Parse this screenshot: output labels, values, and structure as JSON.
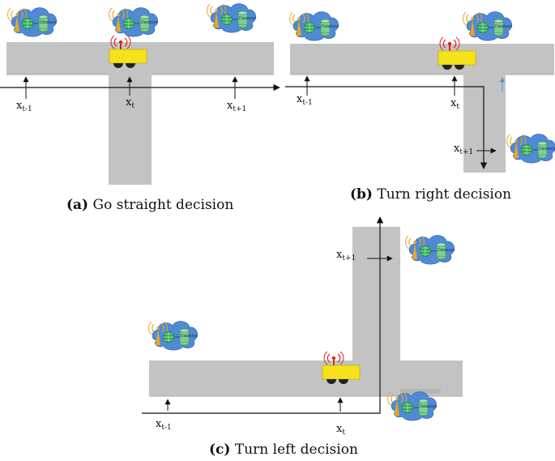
{
  "panels": [
    {
      "caption_tag": "(a)",
      "caption_text": "Go straight decision",
      "labels": [
        {
          "main": "x",
          "sub": "t-1"
        },
        {
          "main": "x",
          "sub": "t"
        },
        {
          "main": "x",
          "sub": "t+1"
        }
      ]
    },
    {
      "caption_tag": "(b)",
      "caption_text": "Turn right decision",
      "labels": [
        {
          "main": "x",
          "sub": "t-1"
        },
        {
          "main": "x",
          "sub": "t"
        },
        {
          "main": "x",
          "sub": "t+1"
        }
      ]
    },
    {
      "caption_tag": "(c)",
      "caption_text": "Turn left decision",
      "labels": [
        {
          "main": "x",
          "sub": "t-1"
        },
        {
          "main": "x",
          "sub": "t"
        },
        {
          "main": "x",
          "sub": "t+1"
        }
      ]
    }
  ],
  "database_label": "Database",
  "colors": {
    "road": "#c3c3c3",
    "road_edge": "#a9a9a9",
    "vehicle": "#f5e21a",
    "cloud": "#4f8ad6",
    "antenna": "#e8a820",
    "database": "#7fcf8f",
    "beacon": "#e02020",
    "arrow": "#111111"
  },
  "icons": [
    "cloud-server-icon",
    "antenna-icon",
    "globe-icon",
    "database-icon",
    "vehicle-icon"
  ]
}
